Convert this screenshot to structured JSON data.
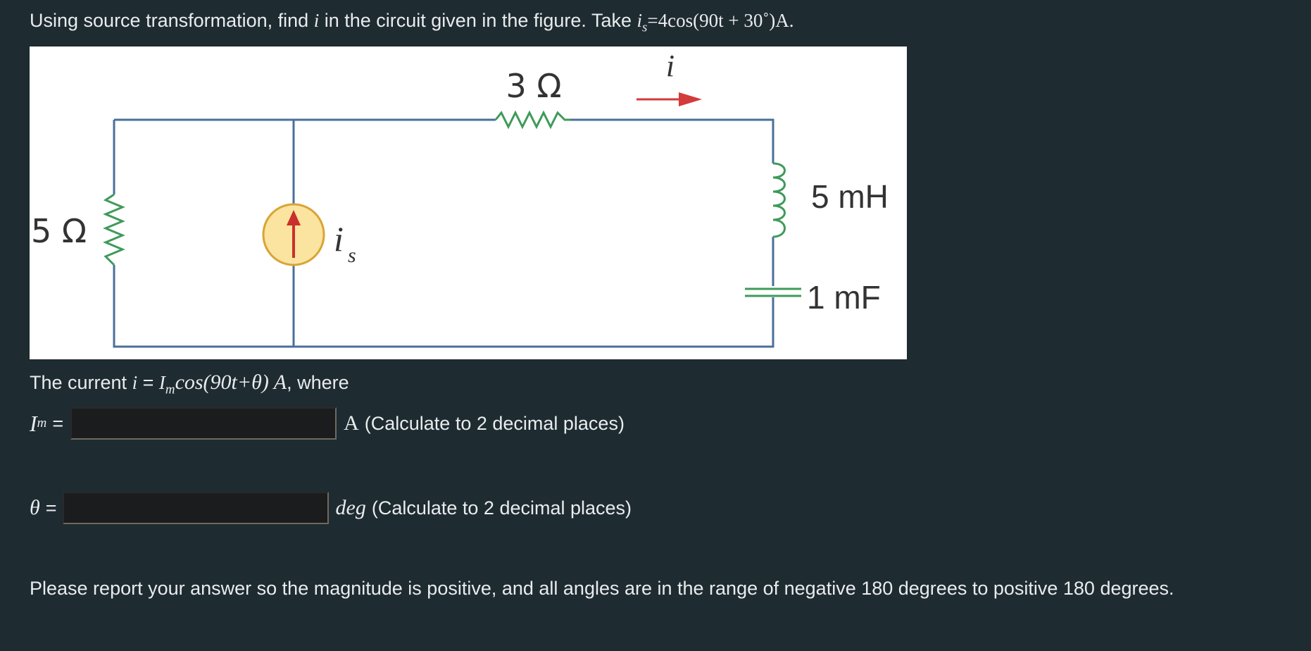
{
  "question": {
    "prefix": "Using source transformation, find",
    "var_i": "i",
    "middle": "in the circuit given in the figure. Take",
    "is_var": "i",
    "is_sub": "s",
    "is_expr": "=4cos(90t + 30˚)A."
  },
  "circuit": {
    "r3_label": "3 Ω",
    "i_label": "i",
    "l_label": "5 mH",
    "c_label": "1 mF",
    "r5_label": "5 Ω",
    "is_label": "i",
    "is_sub": "s",
    "wire_color": "#4a6f9b",
    "arrow_color": "#d33a3a",
    "green_color": "#3f9a5a",
    "source_fill": "#fbe3a0"
  },
  "current_line": {
    "prefix": "The current",
    "i": "i",
    "eq": "=",
    "Im": "I",
    "Im_sub": "m",
    "expr": "cos(90t+θ) A",
    "suffix": ", where"
  },
  "im_row": {
    "label_I": "I",
    "label_sub": "m",
    "eq": "=",
    "value": "",
    "unit": "A",
    "hint": "(Calculate to 2 decimal places)"
  },
  "theta_row": {
    "label": "θ",
    "eq": "=",
    "value": "",
    "unit": "deg",
    "hint": "(Calculate to 2 decimal places)"
  },
  "note": "Please report your answer so the magnitude is positive, and all angles are in the range of negative 180 degrees to positive 180 degrees."
}
